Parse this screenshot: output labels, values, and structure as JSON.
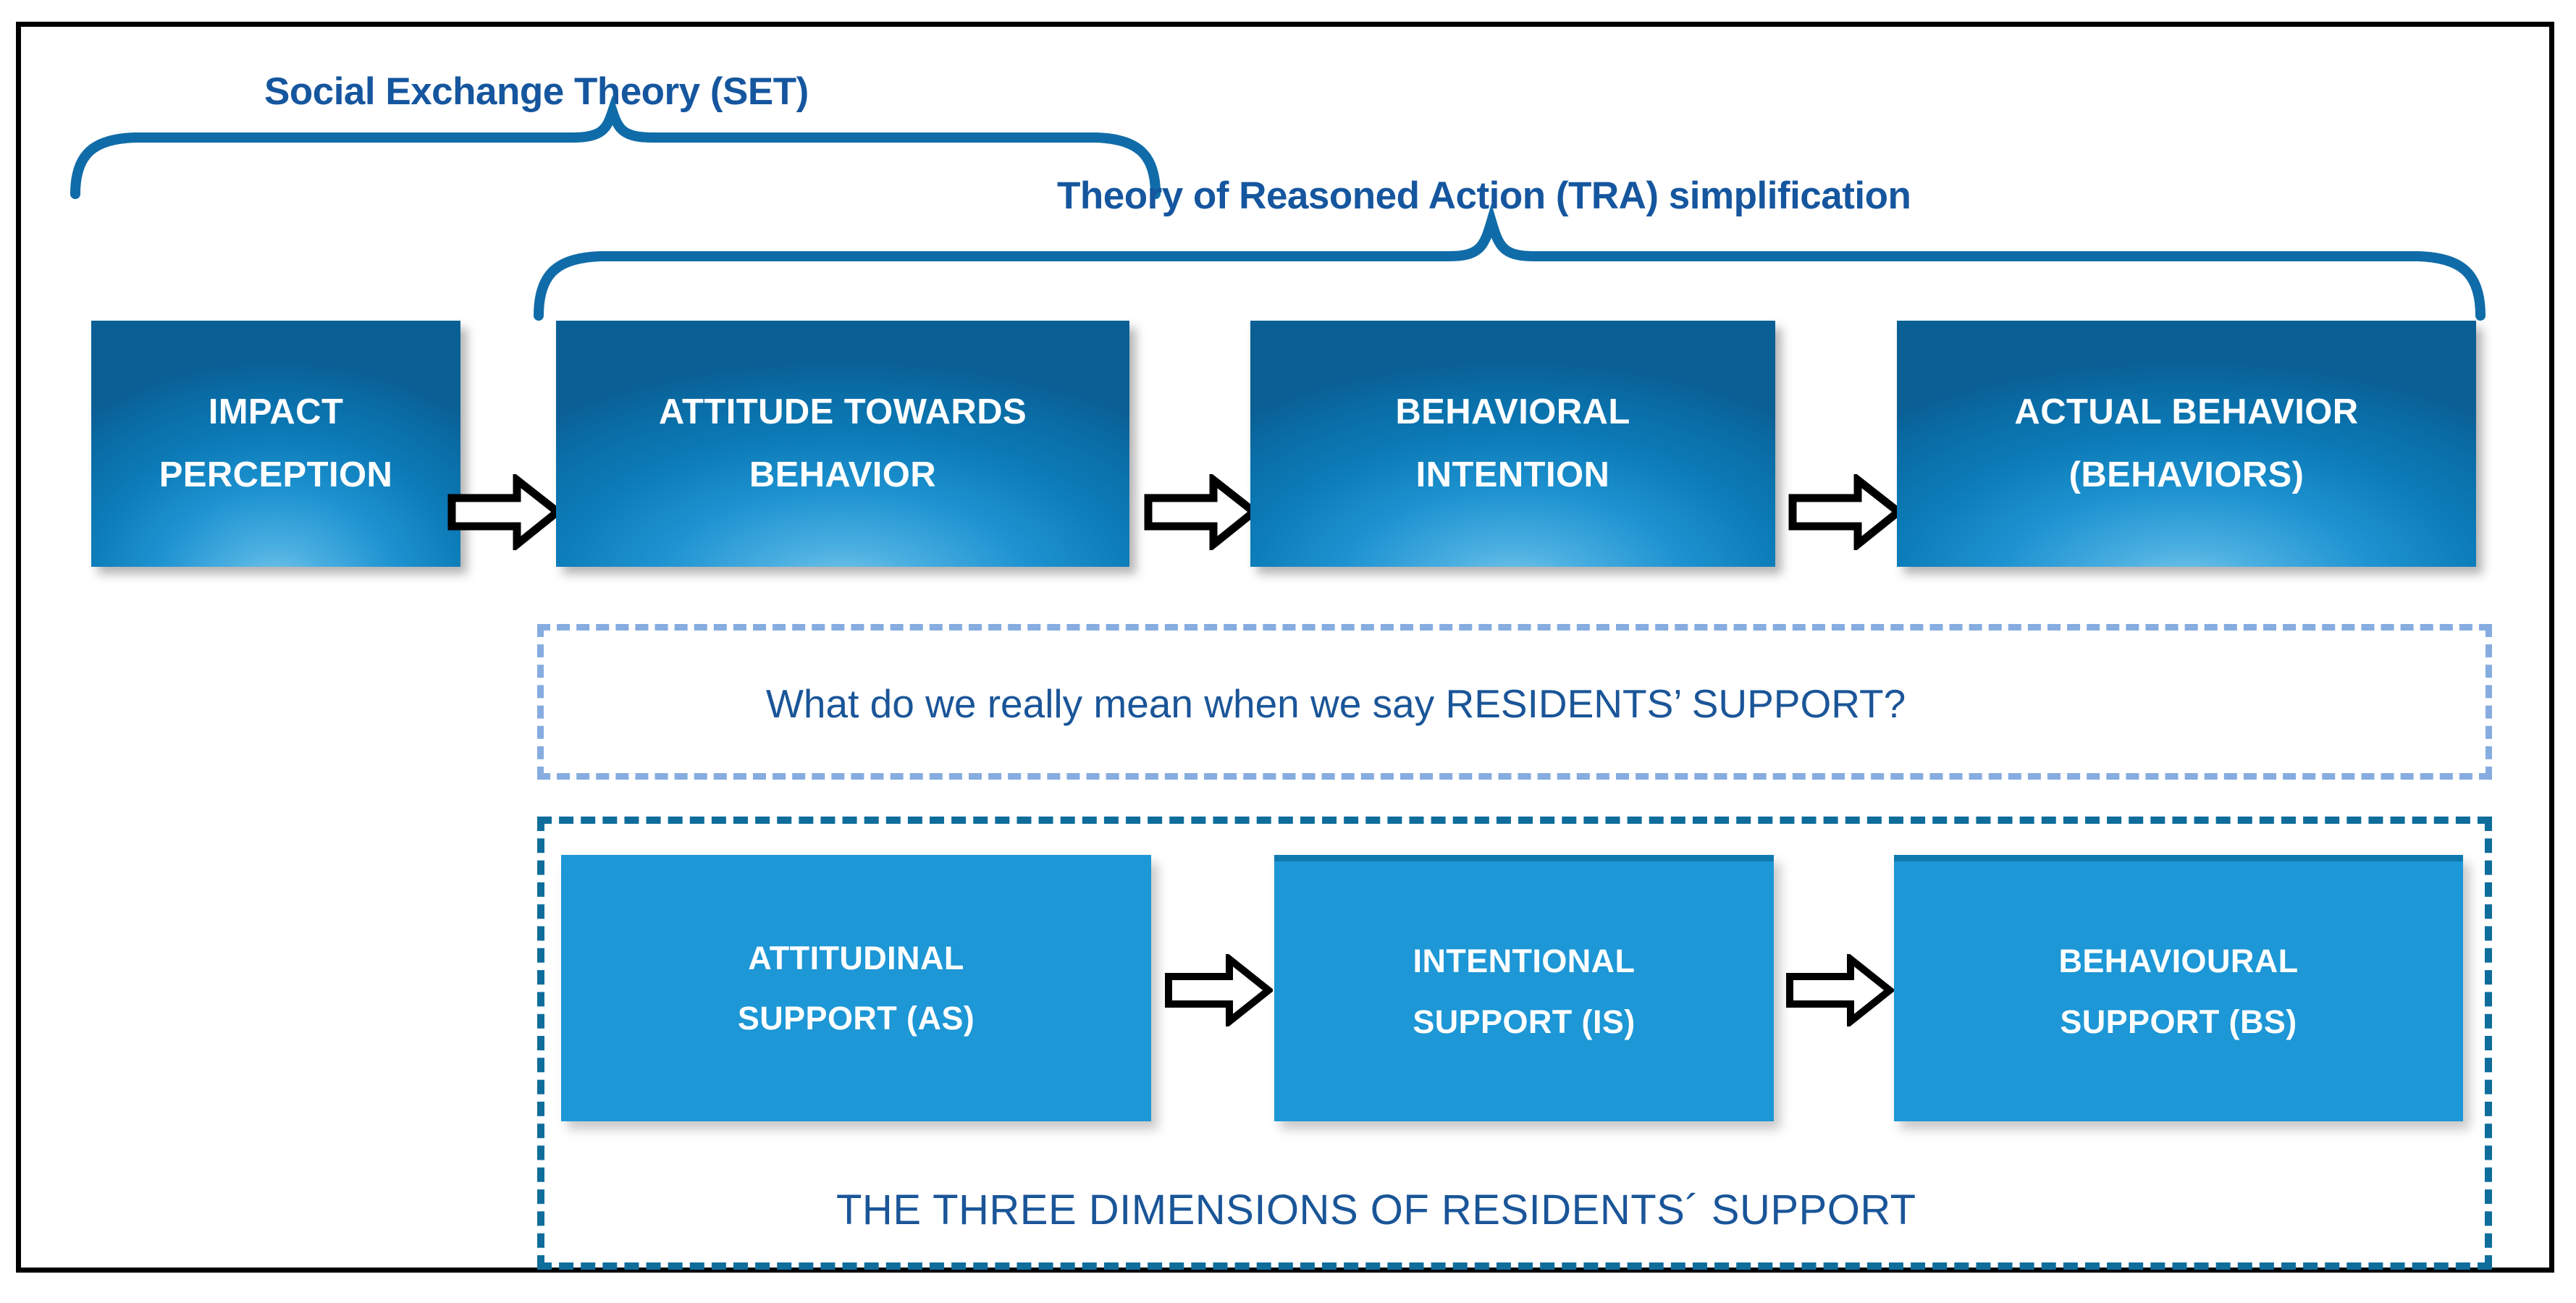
{
  "diagram": {
    "braces": [
      {
        "id": "set",
        "label": "Social Exchange Theory (SET)"
      },
      {
        "id": "tra",
        "label": "Theory of Reasoned Action (TRA) simplification"
      }
    ],
    "process_row": {
      "boxes": [
        {
          "id": "impact-perception",
          "line1": "IMPACT",
          "line2": "PERCEPTION"
        },
        {
          "id": "attitude",
          "line1": "ATTITUDE TOWARDS",
          "line2": "BEHAVIOR"
        },
        {
          "id": "intention",
          "line1": "BEHAVIORAL",
          "line2": "INTENTION"
        },
        {
          "id": "actual-behavior",
          "line1": "ACTUAL BEHAVIOR",
          "line2": "(BEHAVIORS)"
        }
      ],
      "arrows": [
        "arrow-right",
        "arrow-right",
        "arrow-right"
      ]
    },
    "question_panel": {
      "text": "What do we really mean when we say RESIDENTS’ SUPPORT?"
    },
    "dimensions_panel": {
      "boxes": [
        {
          "id": "attitudinal-support",
          "line1": "ATTITUDINAL",
          "line2": "SUPPORT (AS)"
        },
        {
          "id": "intentional-support",
          "line1": "INTENTIONAL",
          "line2": "SUPPORT (IS)"
        },
        {
          "id": "behavioural-support",
          "line1": "BEHAVIOURAL",
          "line2": "SUPPORT (BS)"
        }
      ],
      "arrows": [
        "arrow-right",
        "arrow-right"
      ],
      "caption": "THE THREE DIMENSIONS OF RESIDENTS´ SUPPORT"
    },
    "colors": {
      "brace_blue": "#106CA8",
      "label_blue": "#15569E",
      "text_blue": "#1A5598",
      "box_gradient_dark": "#0A5F95",
      "box_gradient_light": "#79C6EA",
      "flat_box_blue": "#1D97D6",
      "flat_box_topline": "#0F7AAE",
      "dashed_light": "#86ACE0",
      "dashed_dark": "#0F6D9C",
      "frame_black": "#000000",
      "box_text_white": "#FFFFFF"
    }
  }
}
